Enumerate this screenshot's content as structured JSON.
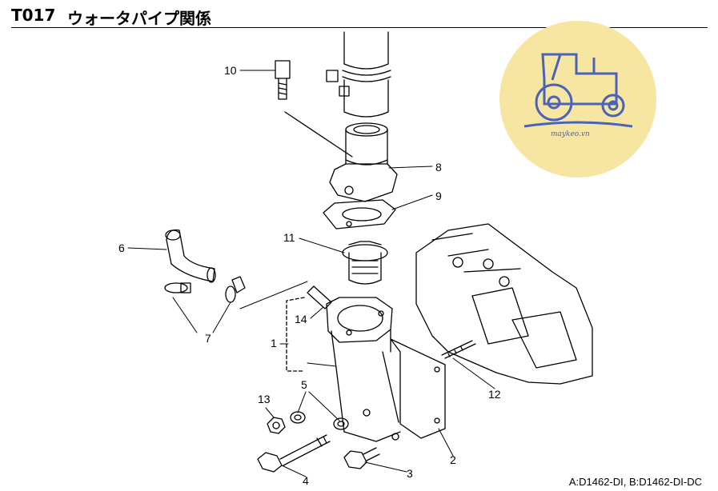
{
  "header": {
    "code": "T017",
    "title": "ウォータパイプ関係"
  },
  "callouts": {
    "c1": "1",
    "c2": "2",
    "c3": "3",
    "c4": "4",
    "c5": "5",
    "c6": "6",
    "c7": "7",
    "c8": "8",
    "c9": "9",
    "c10": "10",
    "c11": "11",
    "c12": "12",
    "c13": "13",
    "c14": "14"
  },
  "footnote": "A:D1462-DI,  B:D1462-DI-DC",
  "watermark": {
    "brand_text": "maykeo.vn",
    "circle_color": "#f7e6a1",
    "logo_color": "#4a63b8"
  }
}
